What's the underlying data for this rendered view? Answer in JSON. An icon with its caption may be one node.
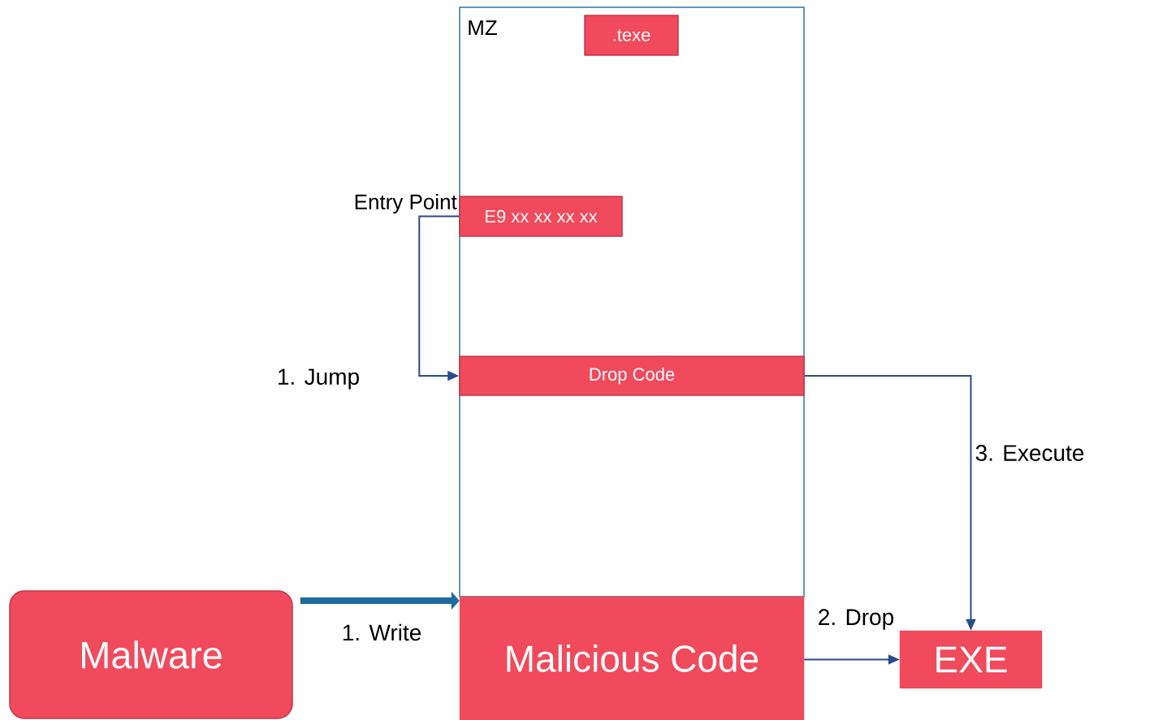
{
  "diagram": {
    "nodes": [
      {
        "text": [
          "MZ"
        ]
      },
      {
        "text": [
          ".texe"
        ],
        "in": 0
      },
      {
        "text": [
          "E9 xx xx xx xx"
        ],
        "in": 0,
        "beside": [
          "Entry Point"
        ]
      },
      {
        "text": [
          "Drop Code"
        ],
        "in": 0
      },
      {
        "text": [
          "Malicious Code"
        ]
      },
      {
        "text": [
          "Malware"
        ]
      },
      {
        "text": [
          "EXE"
        ]
      }
    ],
    "edges": [
      {
        "from": 2,
        "to": 3,
        "arrow": "to",
        "label": "1. Jump"
      },
      {
        "from": 5,
        "to": 4,
        "arrow": "to",
        "label": "1. Write",
        "style": "thick",
        "color": "#1f6b9e"
      },
      {
        "from": 4,
        "to": 6,
        "arrow": "to",
        "label": "2. Drop"
      },
      {
        "from": 3,
        "to": 6,
        "arrow": "to",
        "label": "3. Execute"
      }
    ]
  }
}
